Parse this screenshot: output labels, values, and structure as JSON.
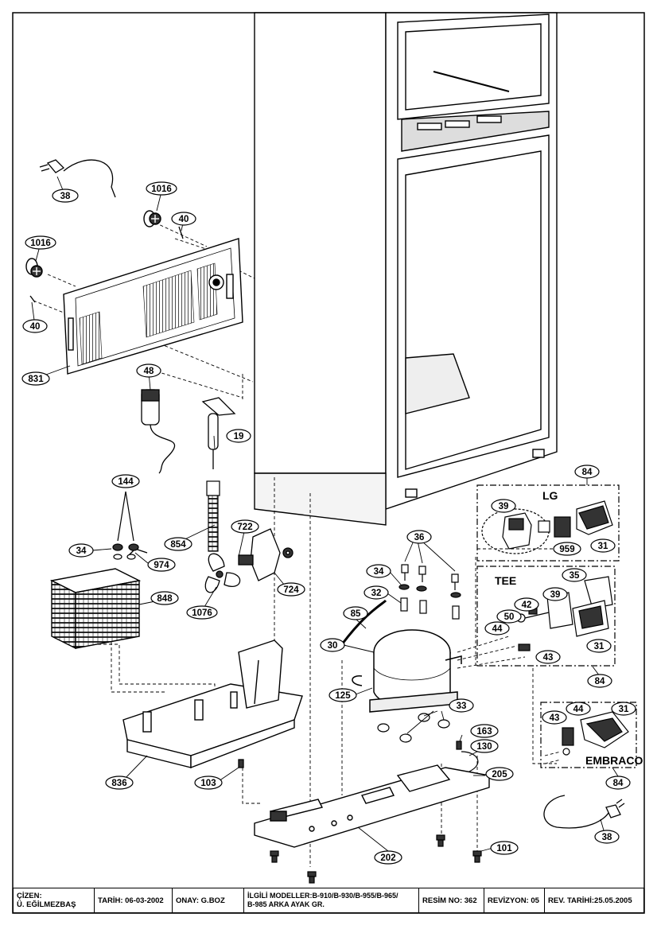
{
  "callouts": {
    "c38a": "38",
    "c1016a": "1016",
    "c40a": "40",
    "c1016b": "1016",
    "c40b": "40",
    "c831": "831",
    "c48": "48",
    "c19": "19",
    "c144": "144",
    "c34a": "34",
    "c974": "974",
    "c854": "854",
    "c722": "722",
    "c848": "848",
    "c1076": "1076",
    "c724": "724",
    "c836": "836",
    "c103": "103",
    "c84a": "84",
    "c39a": "39",
    "c959": "959",
    "c31a": "31",
    "c36": "36",
    "c34b": "34",
    "c32": "32",
    "c35": "35",
    "c42": "42",
    "c50": "50",
    "c44a": "44",
    "c39b": "39",
    "c43a": "43",
    "c31b": "31",
    "c84b": "84",
    "c85": "85",
    "c30": "30",
    "c125": "125",
    "c33": "33",
    "c163": "163",
    "c130": "130",
    "c44b": "44",
    "c31c": "31",
    "c43b": "43",
    "c84c": "84",
    "c205": "205",
    "c202": "202",
    "c101": "101",
    "c38b": "38"
  },
  "kit_labels": {
    "lg": "LG",
    "tee": "TEE",
    "embraco": "EMBRACO"
  },
  "title_block": {
    "drawn_by": "ÇİZEN:\nÜ. EĞİLMEZBAŞ",
    "date": "TARİH: 06-03-2002",
    "approved": "ONAY: G.BOZ",
    "models": "İLGİLİ MODELLER:B-910/B-930/B-955/B-965/\nB-985 ARKA AYAK GR.",
    "drawing_no": "RESİM NO: 362",
    "revision": "REVİZYON: 05",
    "rev_date": "REV. TARİHİ:25.05.2005"
  }
}
